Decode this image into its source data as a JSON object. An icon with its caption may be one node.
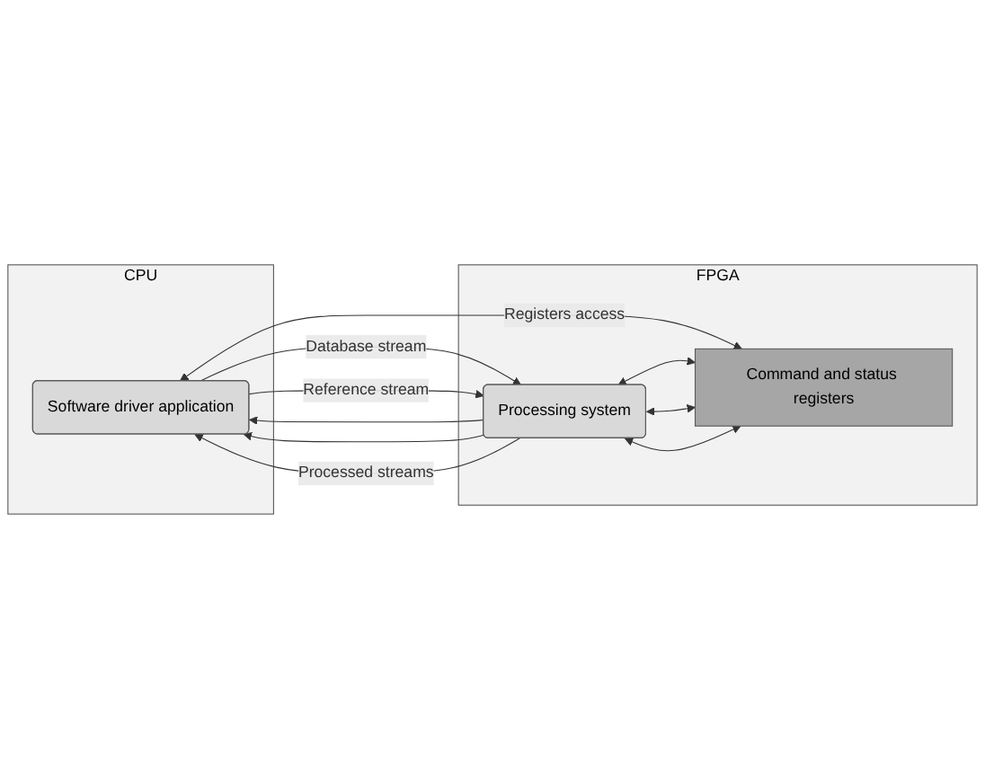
{
  "diagram": {
    "nodes": [
      {
        "text": [
          "CPU"
        ]
      },
      {
        "text": [
          "FPGA"
        ]
      },
      {
        "text": [
          "Software driver application"
        ],
        "in": 0
      },
      {
        "text": [
          "Processing system"
        ],
        "in": 1
      },
      {
        "text": [
          "Command and status registers"
        ],
        "in": 1
      }
    ],
    "edges": [
      {
        "from": 2,
        "to": 3,
        "arrow": "to",
        "label": "Database stream"
      },
      {
        "from": 2,
        "to": 3,
        "arrow": "to",
        "label": "Reference stream"
      },
      {
        "from": 3,
        "to": 2,
        "arrow": "to"
      },
      {
        "from": 3,
        "to": 2,
        "arrow": "to"
      },
      {
        "from": 3,
        "to": 2,
        "arrow": "to",
        "label": "Processed streams"
      },
      {
        "from": 2,
        "to": 4,
        "arrow": "both",
        "label": "Registers access"
      },
      {
        "from": 3,
        "to": 4,
        "arrow": "both"
      },
      {
        "from": 3,
        "to": 4,
        "arrow": "both"
      },
      {
        "from": 3,
        "to": 4,
        "arrow": "both"
      }
    ]
  }
}
